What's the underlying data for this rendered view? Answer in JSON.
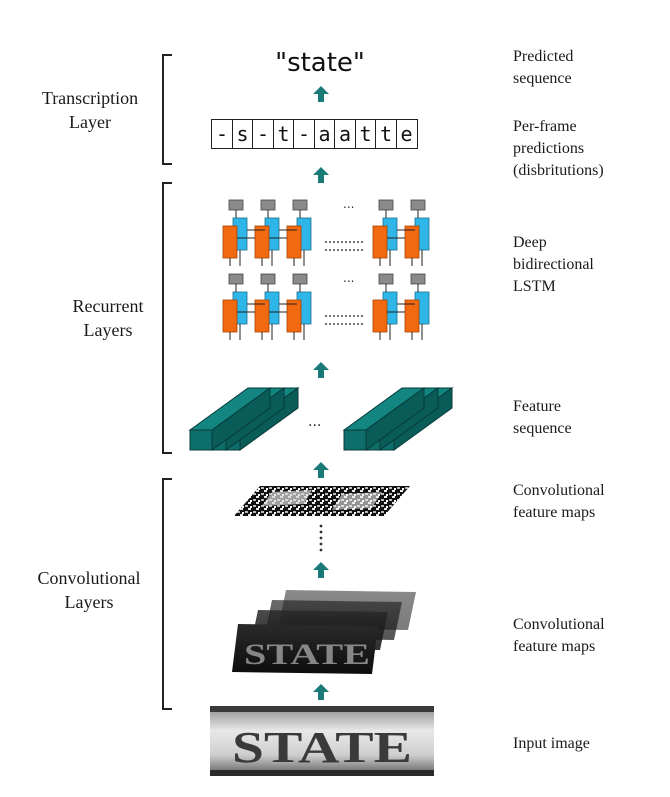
{
  "left_labels": {
    "transcription": "Transcription\nLayer",
    "recurrent": "Recurrent\nLayers",
    "convolutional": "Convolutional\nLayers"
  },
  "right_labels": {
    "predicted_sequence": "Predicted\nsequence",
    "per_frame": "Per-frame\npredictions\n(disbritutions)",
    "deep_lstm": "Deep\nbidirectional\nLSTM",
    "feature_sequence": "Feature\nsequence",
    "conv_maps_top": "Convolutional\nfeature maps",
    "conv_maps_bottom": "Convolutional\nfeature maps",
    "input_image": "Input image"
  },
  "predicted_word": "\"state\"",
  "frame_predictions": [
    "-",
    "s",
    "-",
    "t",
    "-",
    "a",
    "a",
    "t",
    "t",
    "e"
  ],
  "ellipsis": "...",
  "input_text": "STATE",
  "colors": {
    "arrow": "#1a7a78",
    "feature_bar": "#0e6e6b",
    "lstm_orange": "#f26a0f",
    "lstm_blue": "#2fb6e8",
    "lstm_gray": "#8a8a8a"
  }
}
